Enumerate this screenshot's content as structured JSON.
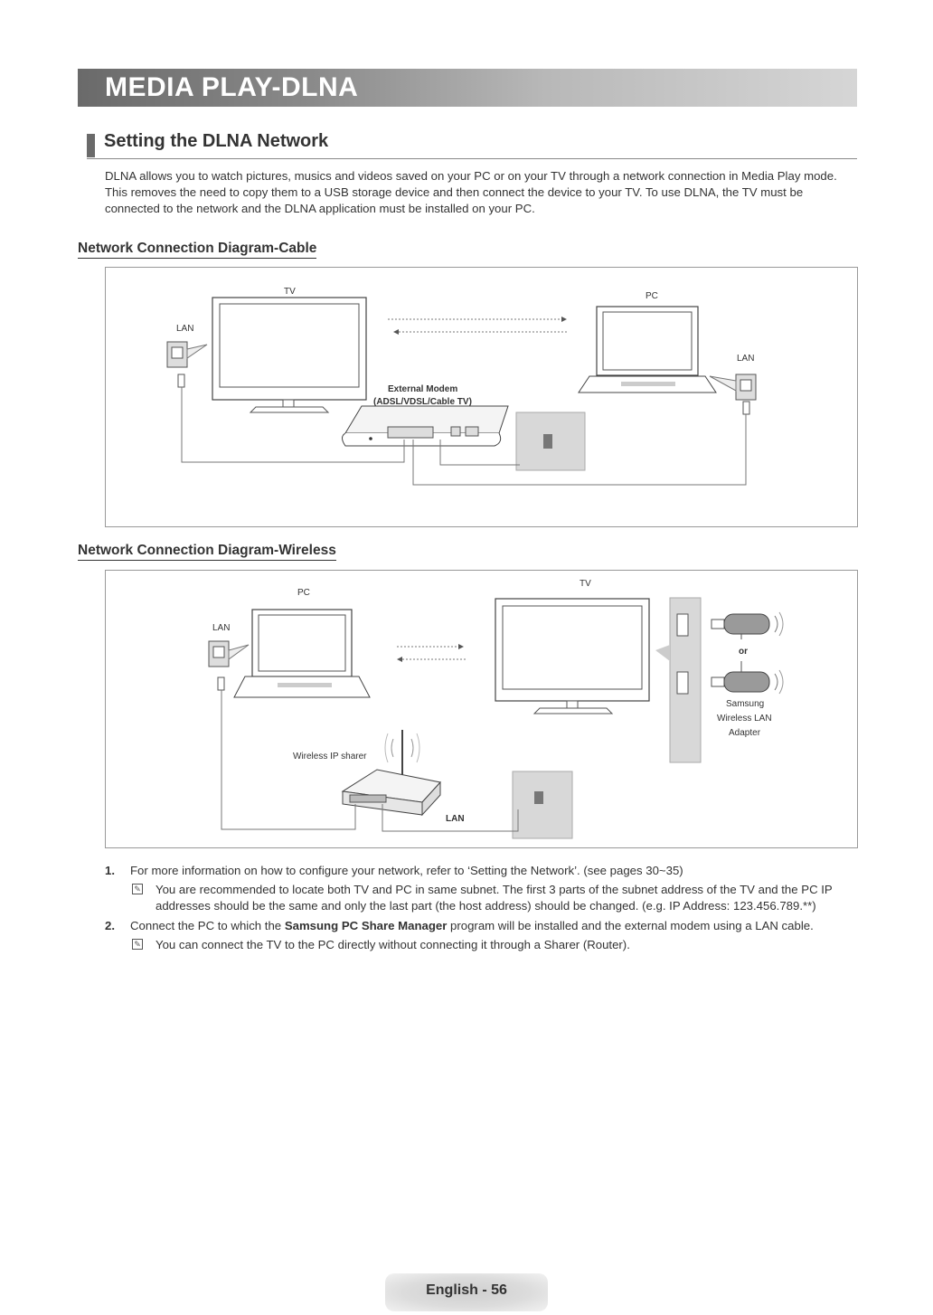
{
  "header": {
    "banner_title": "MEDIA PLAY-DLNA"
  },
  "section": {
    "title": "Setting the DLNA Network",
    "intro": "DLNA allows you to watch pictures, musics and videos saved on your PC or on your TV through a network connection in Media Play mode. This removes the need to copy them to a USB storage device and then connect the device to your TV. To use DLNA, the TV must be connected to the network and the DLNA application must be installed on your PC."
  },
  "diagram_cable": {
    "heading": "Network Connection Diagram-Cable",
    "tv_label": "TV",
    "pc_label": "PC",
    "lan_left": "LAN",
    "lan_right": "LAN",
    "modem_label_1": "External Modem",
    "modem_label_2": "(ADSL/VDSL/Cable TV)"
  },
  "diagram_wireless": {
    "heading": "Network Connection Diagram-Wireless",
    "pc_label": "PC",
    "tv_label": "TV",
    "lan_left": "LAN",
    "lan_bottom": "LAN",
    "sharer_label": "Wireless IP sharer",
    "or_label": "or",
    "adapter_1": "Samsung",
    "adapter_2": "Wireless LAN",
    "adapter_3": "Adapter"
  },
  "steps": [
    {
      "num": "1.",
      "text": "For more information on how to configure your network, refer to ‘Setting the Network’. (see pages 30~35)",
      "note": "You are recommended to locate both TV and PC in same subnet. The first 3 parts of the subnet address of the TV and the PC IP addresses should be the same and only the last part (the host address) should be changed. (e.g. IP Address: 123.456.789.**)"
    },
    {
      "num": "2.",
      "text_before": "Connect the PC to which the ",
      "text_bold": "Samsung PC Share Manager",
      "text_after": " program will be installed and the external modem using a LAN cable.",
      "note": "You can connect the TV to the PC directly without connecting it through a Sharer (Router)."
    }
  ],
  "note_icon": "note-icon",
  "footer": {
    "page_label": "English - 56"
  }
}
